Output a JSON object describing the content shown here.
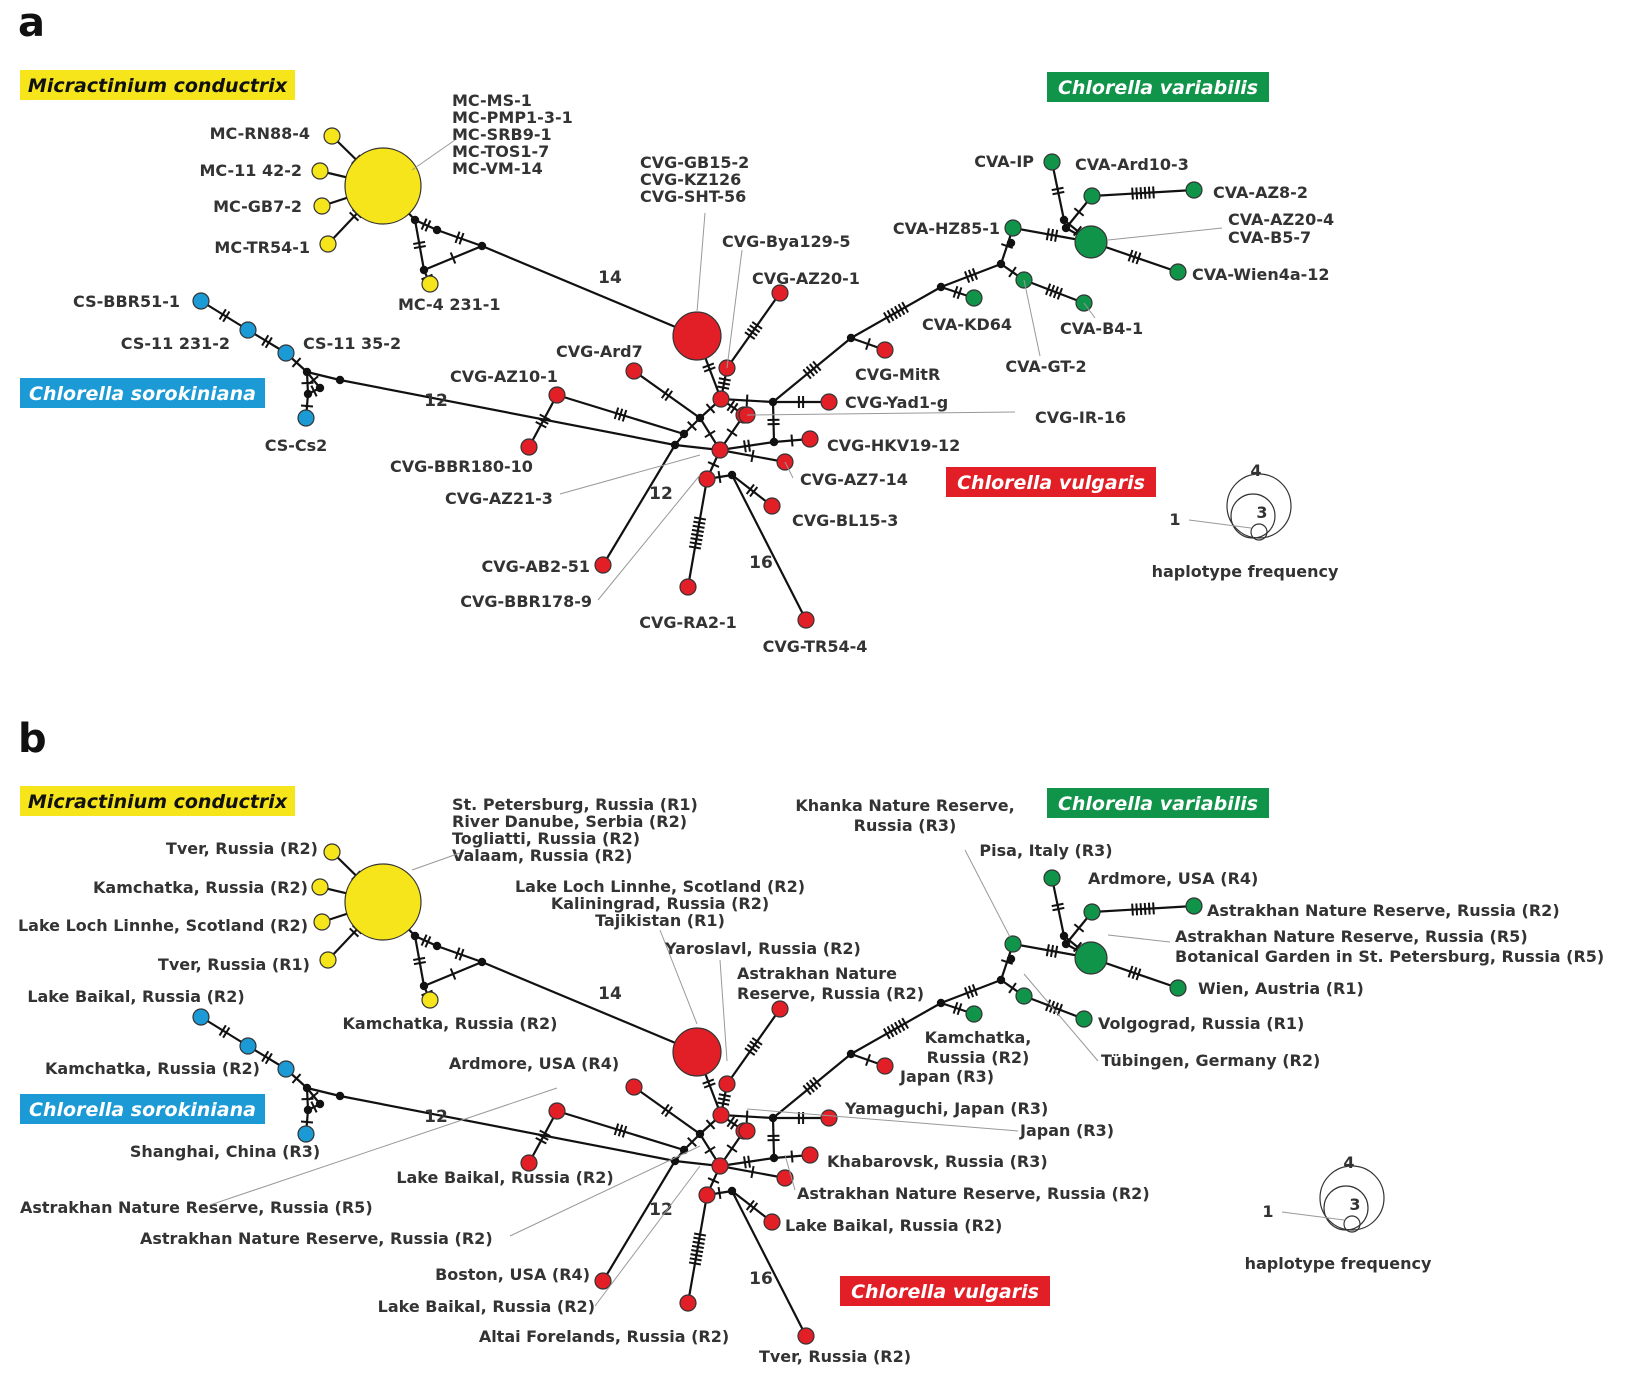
{
  "colors": {
    "micractinium": "#f5e51a",
    "sorokiniana": "#1c9ad6",
    "variabilis": "#10944a",
    "vulgaris": "#e21f26",
    "edge": "#111111"
  },
  "panels": [
    {
      "letter": "a",
      "species": {
        "micractinium": "Micractinium conductrix",
        "variabilis": "Chlorella variabilis",
        "sorokiniana": "Chlorella sorokiniana",
        "vulgaris": "Chlorella vulgaris"
      },
      "edge_numbers": {
        "mc_to_vulgaris": "14",
        "cs_to_vulgaris": "12",
        "lower_left": "12",
        "lower_right": "16"
      },
      "legend": {
        "big": "4",
        "mid": "3",
        "small": "1",
        "caption": "haplotype frequency"
      },
      "labels": {
        "mc_hub": [
          "MC-MS-1",
          "MC-PMP1-3-1",
          "MC-SRB9-1",
          "MC-TOS1-7",
          "MC-VM-14"
        ],
        "mc_1": [
          "MC-RN88-4"
        ],
        "mc_2": [
          "MC-11 42-2"
        ],
        "mc_3": [
          "MC-GB7-2"
        ],
        "mc_4": [
          "MC-TR54-1"
        ],
        "mc_5": [
          "MC-4 231-1"
        ],
        "cs_1": [
          "CS-BBR51-1"
        ],
        "cs_2": [
          "CS-11 231-2"
        ],
        "cs_3": [
          "CS-11 35-2"
        ],
        "cs_4": [
          "CS-Cs2"
        ],
        "cvg_hub": [
          "CVG-GB15-2",
          "CVG-KZ126",
          "CVG-SHT-56"
        ],
        "cvg_bya": [
          "CVG-Bya129-5"
        ],
        "cvg_az20": [
          "CVG-AZ20-1"
        ],
        "cvg_ard7": [
          "CVG-Ard7"
        ],
        "cvg_az10": [
          "CVG-AZ10-1"
        ],
        "cvg_bbr180": [
          "CVG-BBR180-10"
        ],
        "cvg_az21": [
          "CVG-AZ21-3"
        ],
        "cvg_mitr": [
          "CVG-MitR"
        ],
        "cvg_yad": [
          "CVG-Yad1-g"
        ],
        "cvg_ir": [
          "CVG-IR-16"
        ],
        "cvg_hkv": [
          "CVG-HKV19-12"
        ],
        "cvg_az7": [
          "CVG-AZ7-14"
        ],
        "cvg_bl15": [
          "CVG-BL15-3"
        ],
        "cvg_ab2": [
          "CVG-AB2-51"
        ],
        "cvg_bbr178": [
          "CVG-BBR178-9"
        ],
        "cvg_ra2": [
          "CVG-RA2-1"
        ],
        "cvg_tr54": [
          "CVG-TR54-4"
        ],
        "cva_ip": [
          "CVA-IP"
        ],
        "cva_ard": [
          "CVA-Ard10-3"
        ],
        "cva_az8": [
          "CVA-AZ8-2"
        ],
        "cva_hub": [
          "CVA-AZ20-4",
          "CVA-B5-7"
        ],
        "cva_hz85": [
          "CVA-HZ85-1"
        ],
        "cva_wien": [
          "CVA-Wien4a-12"
        ],
        "cva_kd64": [
          "CVA-KD64"
        ],
        "cva_b41": [
          "CVA-B4-1"
        ],
        "cva_gt2": [
          "CVA-GT-2"
        ]
      }
    },
    {
      "letter": "b",
      "species": {
        "micractinium": "Micractinium conductrix",
        "variabilis": "Chlorella variabilis",
        "sorokiniana": "Chlorella sorokiniana",
        "vulgaris": "Chlorella vulgaris"
      },
      "edge_numbers": {
        "mc_to_vulgaris": "14",
        "cs_to_vulgaris": "12",
        "lower_left": "12",
        "lower_right": "16"
      },
      "legend": {
        "big": "4",
        "mid": "3",
        "small": "1",
        "caption": "haplotype frequency"
      },
      "labels": {
        "mc_hub": [
          "St. Petersburg, Russia (R1)",
          "River Danube, Serbia (R2)",
          "Togliatti, Russia (R2)",
          "Valaam, Russia (R2)"
        ],
        "mc_1": [
          "Tver, Russia (R2)"
        ],
        "mc_2": [
          "Kamchatka, Russia (R2)"
        ],
        "mc_3": [
          "Lake Loch Linnhe, Scotland (R2)"
        ],
        "mc_4": [
          "Tver, Russia (R1)"
        ],
        "mc_5": [
          "Kamchatka, Russia (R2)"
        ],
        "cs_1": [
          "Lake Baikal, Russia (R2)"
        ],
        "cs_3": [
          "Kamchatka, Russia (R2)"
        ],
        "cs_4": [
          "Shanghai, China (R3)"
        ],
        "cvg_hub": [
          "Lake Loch Linnhe, Scotland (R2)",
          "Kaliningrad, Russia (R2)",
          "Tajikistan (R1)"
        ],
        "cvg_bya": [
          "Yaroslavl, Russia (R2)"
        ],
        "cvg_az20": [
          "Astrakhan Nature",
          "Reserve, Russia (R2)"
        ],
        "cvg_ard7": [
          "Ardmore, USA (R4)"
        ],
        "cvg_az10": [
          "Astrakhan Nature Reserve, Russia (R5)"
        ],
        "cvg_bbr180": [
          "Lake Baikal, Russia (R2)"
        ],
        "cvg_az21": [
          "Astrakhan Nature Reserve, Russia (R2)"
        ],
        "cvg_mitr": [
          "Japan (R3)"
        ],
        "cvg_yad": [
          "Yamaguchi, Japan (R3)"
        ],
        "cvg_ir": [
          "Japan (R3)"
        ],
        "cvg_hkv": [
          "Khabarovsk, Russia (R3)"
        ],
        "cvg_az7": [
          "Astrakhan Nature Reserve, Russia (R2)"
        ],
        "cvg_bl15": [
          "Lake Baikal, Russia (R2)"
        ],
        "cvg_ab2": [
          "Boston, USA (R4)"
        ],
        "cvg_bbr178": [
          "Lake Baikal, Russia (R2)"
        ],
        "cvg_ra2": [
          "Altai Forelands, Russia (R2)"
        ],
        "cvg_tr54": [
          "Tver, Russia (R2)"
        ],
        "cva_hz85": [
          "Khanka Nature Reserve,",
          "Russia (R3)"
        ],
        "cva_ip": [
          "Pisa, Italy (R3)"
        ],
        "cva_ard": [
          "Ardmore, USA (R4)"
        ],
        "cva_az8": [
          "Astrakhan Nature Reserve, Russia (R2)"
        ],
        "cva_hub": [
          "Astrakhan Nature Reserve, Russia (R5)",
          "Botanical Garden in St. Petersburg, Russia (R5)"
        ],
        "cva_wien": [
          "Wien, Austria (R1)"
        ],
        "cva_kd64": [
          "Kamchatka,",
          "Russia (R2)"
        ],
        "cva_b41": [
          "Volgograd, Russia (R1)"
        ],
        "cva_gt2": [
          "Tübingen, Germany (R2)"
        ]
      }
    }
  ]
}
